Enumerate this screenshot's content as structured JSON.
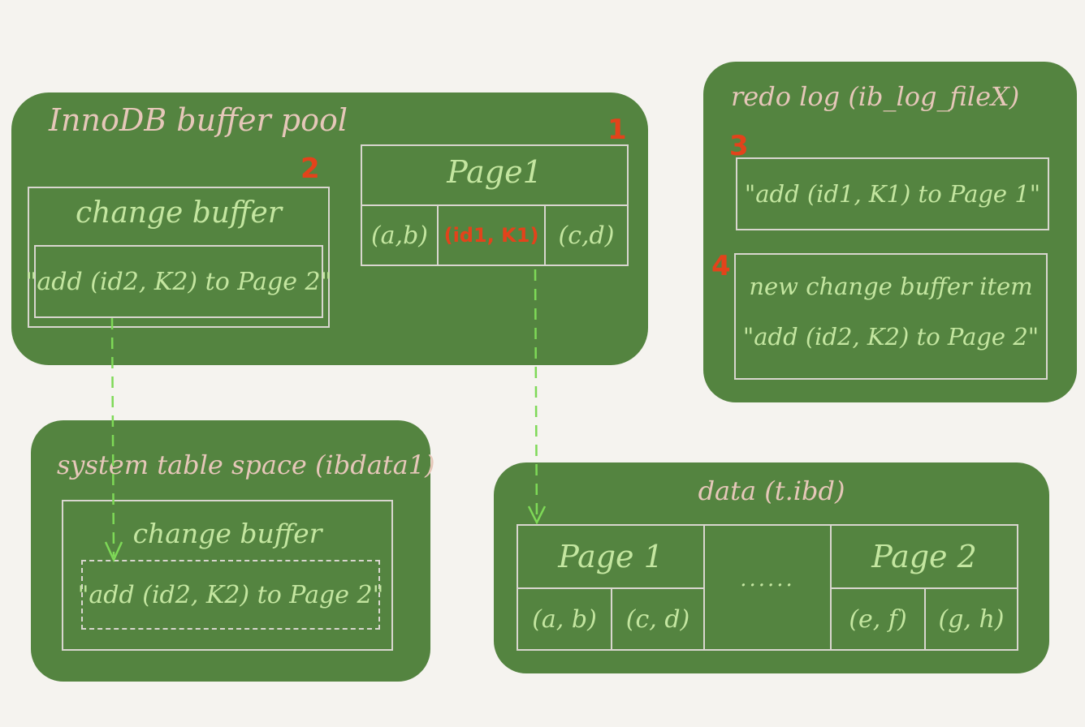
{
  "buffer_pool": {
    "title": "InnoDB buffer pool",
    "change_buffer_label": "change buffer",
    "change_buffer_entry": "\"add (id2, K2) to Page 2\"",
    "page1_label": "Page1",
    "page1_cells": [
      "(a,b)",
      "(id1, K1)",
      "(c,d)"
    ],
    "marker_page1": "1",
    "marker_change_buffer": "2"
  },
  "redo_log": {
    "title": "redo log (ib_log_fileX)",
    "entry_1": "\"add (id1, K1) to Page 1\"",
    "entry_2_line1": "new change buffer item",
    "entry_2_line2": "\"add (id2, K2) to Page 2\"",
    "marker_entry_1": "3",
    "marker_entry_2": "4"
  },
  "system_tablespace": {
    "title": "system table space (ibdata1)",
    "change_buffer_label": "change buffer",
    "change_buffer_entry": "\"add (id2, K2) to Page 2\""
  },
  "data_file": {
    "title": "data (t.ibd)",
    "page1_label": "Page 1",
    "page1_cells": [
      "(a, b)",
      "(c, d)"
    ],
    "ellipsis": "......",
    "page2_label": "Page 2",
    "page2_cells": [
      "(e, f)",
      "(g, h)"
    ]
  }
}
